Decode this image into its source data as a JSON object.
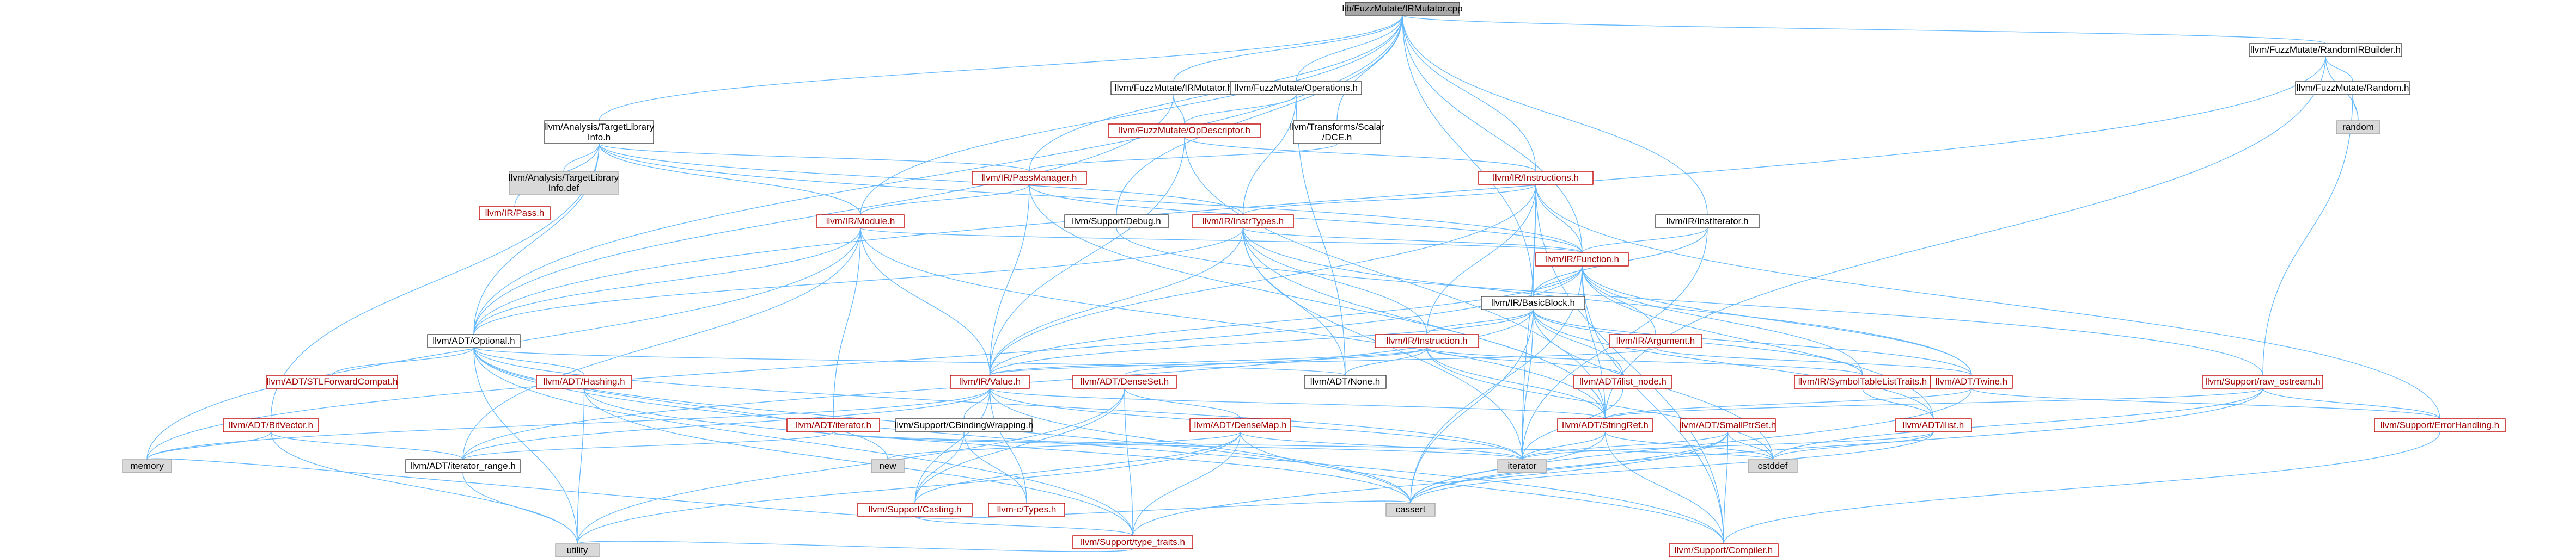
{
  "colors": {
    "edge": "#63b8ff",
    "node_border": "#404040",
    "missing_border": "#c00000",
    "external_fill": "#d9d9d9",
    "root_fill": "#a6a6a6"
  },
  "nodes": [
    {
      "id": "root",
      "label": "lib/FuzzMutate/IRMutator.cpp",
      "kind": "root"
    },
    {
      "id": "rib",
      "label": "llvm/FuzzMutate/RandomIRBuilder.h",
      "kind": "normal"
    },
    {
      "id": "irm",
      "label": "llvm/FuzzMutate/IRMutator.h",
      "kind": "normal"
    },
    {
      "id": "ops",
      "label": "llvm/FuzzMutate/Operations.h",
      "kind": "normal"
    },
    {
      "id": "rnd",
      "label": "llvm/FuzzMutate/Random.h",
      "kind": "normal"
    },
    {
      "id": "random",
      "label": "random",
      "kind": "external"
    },
    {
      "id": "tli",
      "label": "llvm/Analysis/TargetLibrary Info.h",
      "kind": "normal"
    },
    {
      "id": "tlidef",
      "label": "llvm/Analysis/TargetLibrary Info.def",
      "kind": "external"
    },
    {
      "id": "opd",
      "label": "llvm/FuzzMutate/OpDescriptor.h",
      "kind": "missing"
    },
    {
      "id": "dce",
      "label": "llvm/Transforms/Scalar /DCE.h",
      "kind": "normal"
    },
    {
      "id": "pm",
      "label": "llvm/IR/PassManager.h",
      "kind": "missing"
    },
    {
      "id": "inss",
      "label": "llvm/IR/Instructions.h",
      "kind": "missing"
    },
    {
      "id": "pass",
      "label": "llvm/IR/Pass.h",
      "kind": "missing"
    },
    {
      "id": "module",
      "label": "llvm/IR/Module.h",
      "kind": "missing"
    },
    {
      "id": "debug",
      "label": "llvm/Support/Debug.h",
      "kind": "normal"
    },
    {
      "id": "insti",
      "label": "llvm/IR/InstrTypes.h",
      "kind": "missing"
    },
    {
      "id": "institer",
      "label": "llvm/IR/InstIterator.h",
      "kind": "normal"
    },
    {
      "id": "func",
      "label": "llvm/IR/Function.h",
      "kind": "missing"
    },
    {
      "id": "bb",
      "label": "llvm/IR/BasicBlock.h",
      "kind": "normal"
    },
    {
      "id": "opt",
      "label": "llvm/ADT/Optional.h",
      "kind": "normal"
    },
    {
      "id": "inst",
      "label": "llvm/IR/Instruction.h",
      "kind": "missing"
    },
    {
      "id": "arg",
      "label": "llvm/IR/Argument.h",
      "kind": "missing"
    },
    {
      "id": "stlf",
      "label": "llvm/ADT/STLForwardCompat.h",
      "kind": "missing"
    },
    {
      "id": "hash",
      "label": "llvm/ADT/Hashing.h",
      "kind": "missing"
    },
    {
      "id": "value",
      "label": "llvm/IR/Value.h",
      "kind": "missing"
    },
    {
      "id": "denseset",
      "label": "llvm/ADT/DenseSet.h",
      "kind": "missing"
    },
    {
      "id": "none",
      "label": "llvm/ADT/None.h",
      "kind": "normal"
    },
    {
      "id": "ilistn",
      "label": "llvm/ADT/ilist_node.h",
      "kind": "missing"
    },
    {
      "id": "symtab",
      "label": "llvm/IR/SymbolTableListTraits.h",
      "kind": "missing"
    },
    {
      "id": "twine",
      "label": "llvm/ADT/Twine.h",
      "kind": "missing"
    },
    {
      "id": "rawos",
      "label": "llvm/Support/raw_ostream.h",
      "kind": "missing"
    },
    {
      "id": "bitv",
      "label": "llvm/ADT/BitVector.h",
      "kind": "missing"
    },
    {
      "id": "adtiter",
      "label": "llvm/ADT/iterator.h",
      "kind": "missing"
    },
    {
      "id": "cbw",
      "label": "llvm/Support/CBindingWrapping.h",
      "kind": "normal"
    },
    {
      "id": "densemap",
      "label": "llvm/ADT/DenseMap.h",
      "kind": "missing"
    },
    {
      "id": "sref",
      "label": "llvm/ADT/StringRef.h",
      "kind": "missing"
    },
    {
      "id": "sps",
      "label": "llvm/ADT/SmallPtrSet.h",
      "kind": "missing"
    },
    {
      "id": "ilist",
      "label": "llvm/ADT/ilist.h",
      "kind": "missing"
    },
    {
      "id": "errh",
      "label": "llvm/Support/ErrorHandling.h",
      "kind": "missing"
    },
    {
      "id": "memory",
      "label": "memory",
      "kind": "external"
    },
    {
      "id": "irange",
      "label": "llvm/ADT/iterator_range.h",
      "kind": "normal"
    },
    {
      "id": "new",
      "label": "new",
      "kind": "external"
    },
    {
      "id": "casting",
      "label": "llvm/Support/Casting.h",
      "kind": "missing"
    },
    {
      "id": "ctypes",
      "label": "llvm-c/Types.h",
      "kind": "missing"
    },
    {
      "id": "iterator",
      "label": "iterator",
      "kind": "external"
    },
    {
      "id": "cstddef",
      "label": "cstddef",
      "kind": "external"
    },
    {
      "id": "cassert",
      "label": "cassert",
      "kind": "external"
    },
    {
      "id": "ttraits",
      "label": "llvm/Support/type_traits.h",
      "kind": "missing"
    },
    {
      "id": "utility",
      "label": "utility",
      "kind": "external"
    },
    {
      "id": "compiler",
      "label": "llvm/Support/Compiler.h",
      "kind": "missing"
    }
  ]
}
